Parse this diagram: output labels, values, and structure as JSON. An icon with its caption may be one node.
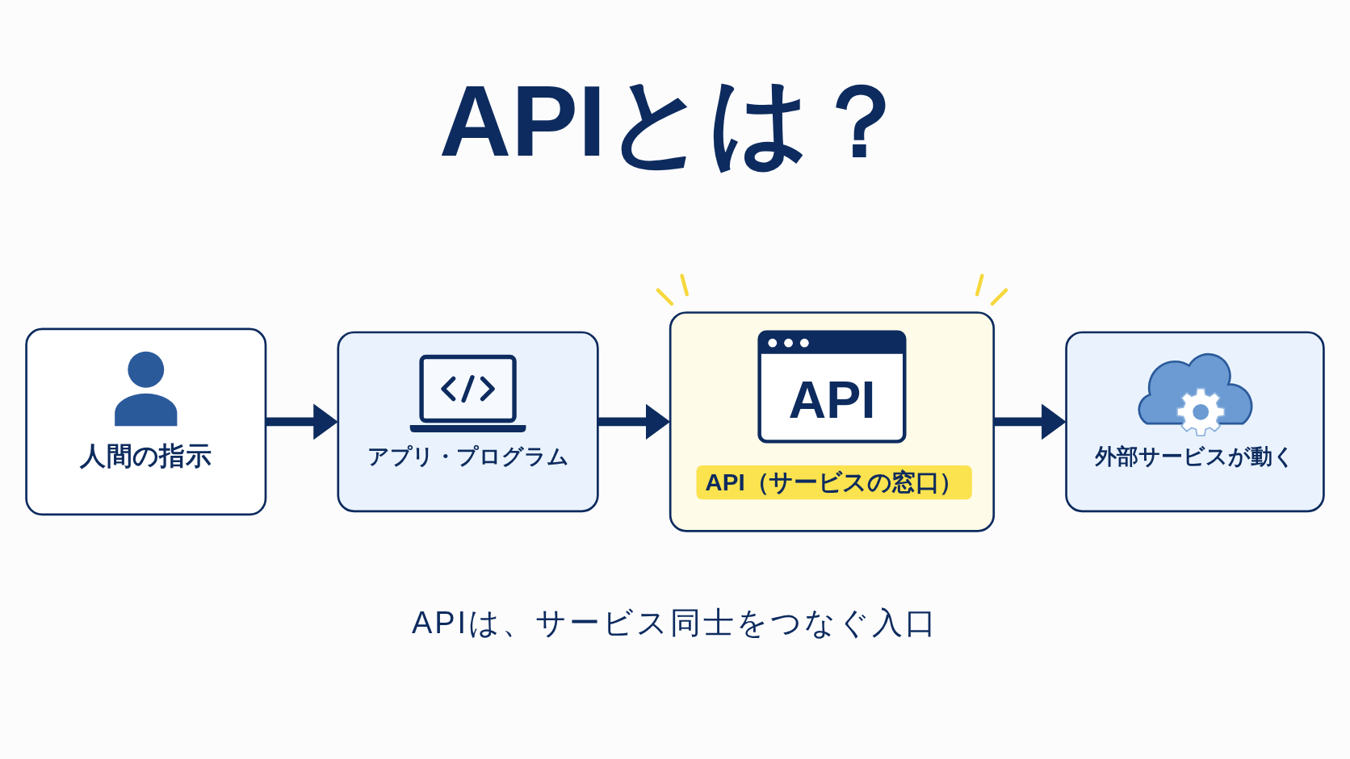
{
  "diagram": {
    "title": "APIとは？",
    "nodes": [
      {
        "text": [
          "人間の指示"
        ]
      },
      {
        "text": [
          "アプリ・プログラム"
        ]
      },
      {
        "text": [
          "API",
          "API（サービスの窓口）"
        ]
      },
      {
        "text": [
          "外部サービスが動く"
        ]
      }
    ],
    "edges": [
      {
        "from": 0,
        "to": 1,
        "arrow": "to"
      },
      {
        "from": 1,
        "to": 2,
        "arrow": "to"
      },
      {
        "from": 2,
        "to": 3,
        "arrow": "to"
      }
    ],
    "caption": "APIは、サービス同士をつなぐ入口"
  }
}
